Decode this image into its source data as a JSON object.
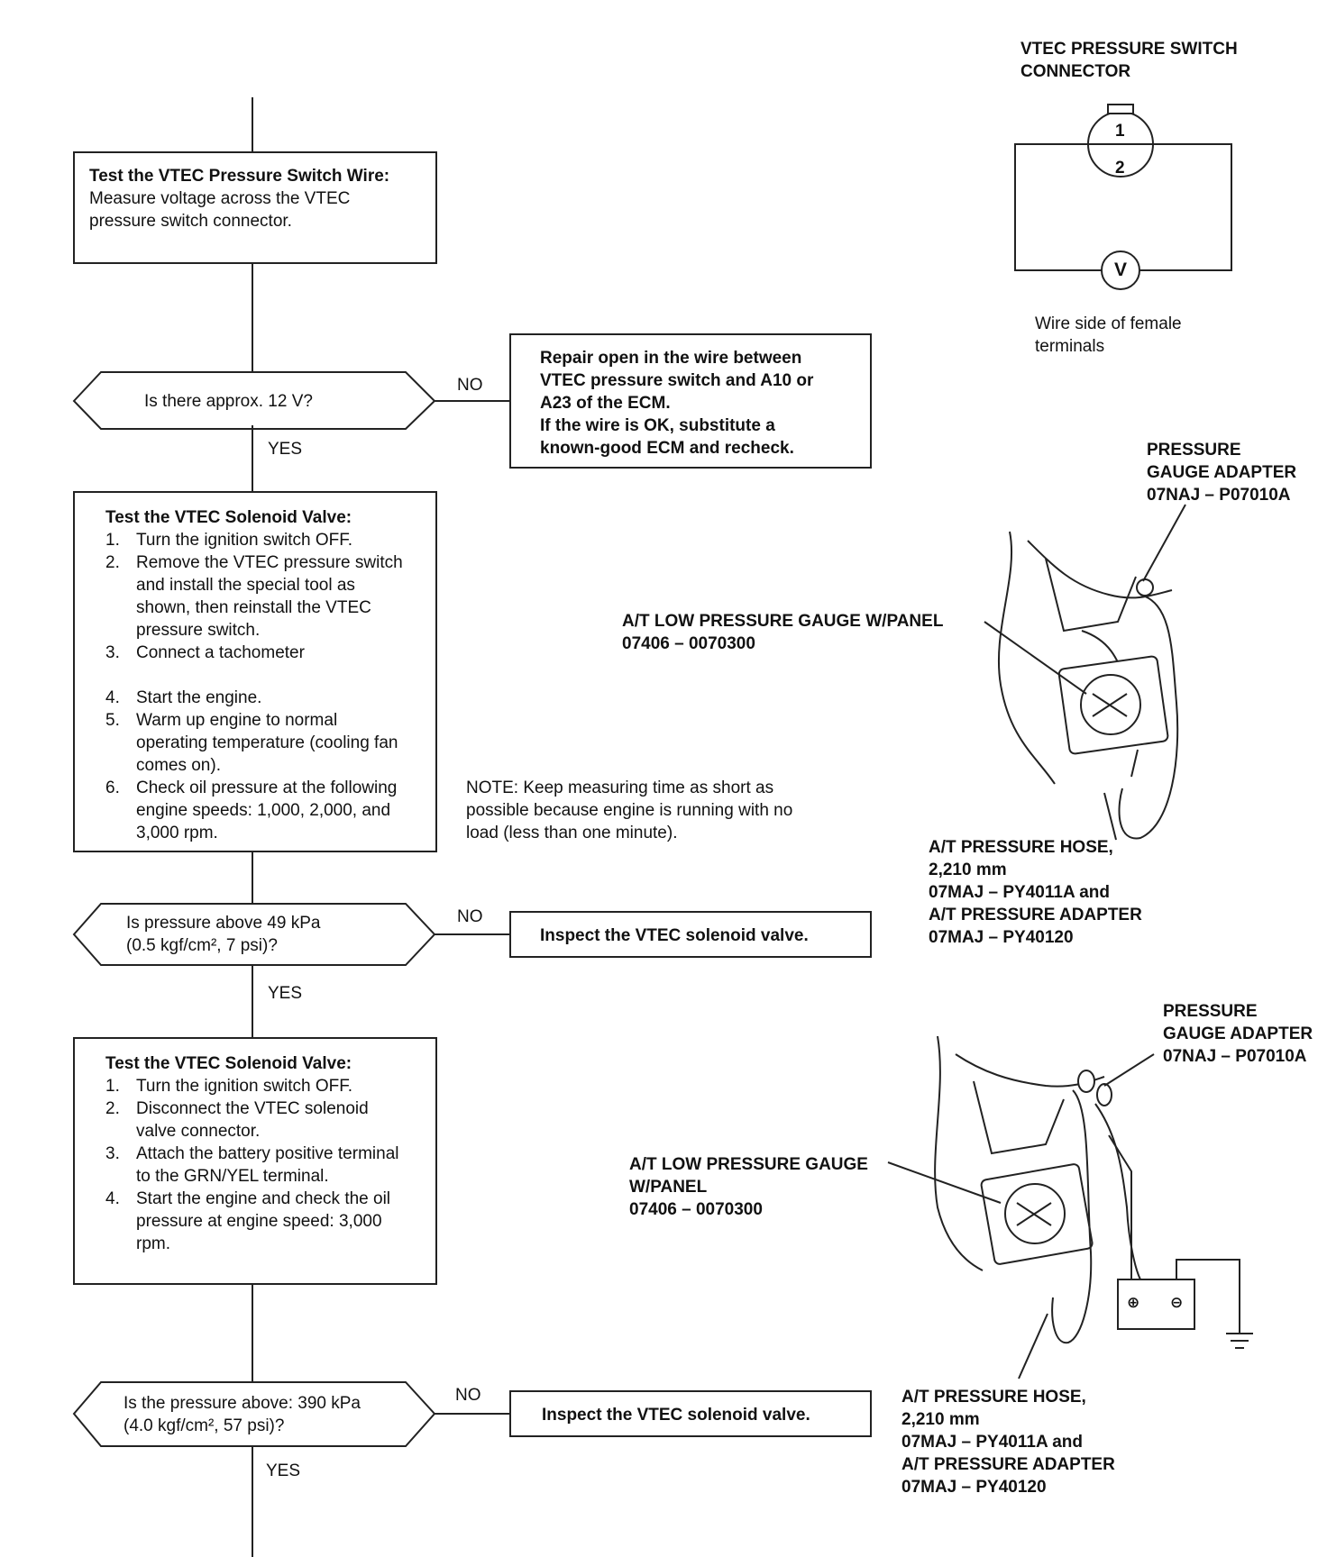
{
  "flow": {
    "box1": {
      "title": "Test the VTEC Pressure Switch Wire:",
      "body": "Measure voltage across the VTEC pressure switch connector."
    },
    "q1": {
      "text": "Is there approx. 12 V?",
      "no": "NO",
      "yes": "YES"
    },
    "r1": {
      "lines": [
        "Repair open in the wire between",
        "VTEC pressure switch and A10 or",
        "A23 of the ECM.",
        "If the wire is OK, substitute a",
        "known-good ECM and recheck."
      ]
    },
    "box2": {
      "title": "Test the VTEC Solenoid Valve:",
      "steps": [
        {
          "n": "1.",
          "text": "Turn the ignition switch OFF."
        },
        {
          "n": "2.",
          "text": "Remove the VTEC pressure switch and install the special tool as shown, then reinstall the VTEC pressure switch."
        },
        {
          "n": "3.",
          "text": "Connect a tachometer"
        },
        {
          "n": "4.",
          "text": "Start the engine."
        },
        {
          "n": "5.",
          "text": "Warm up engine to normal operating temperature (cooling fan comes on)."
        },
        {
          "n": "6.",
          "text": "Check oil pressure at the following engine speeds: 1,000, 2,000, and 3,000 rpm."
        }
      ]
    },
    "note": {
      "lines": [
        "NOTE: Keep measuring time as short as",
        "possible because engine is running with no",
        "load (less than one minute)."
      ]
    },
    "q2": {
      "line1": "Is pressure above 49 kPa",
      "line2": "(0.5 kgf/cm², 7 psi)?",
      "no": "NO",
      "yes": "YES"
    },
    "r2": {
      "text": "Inspect the VTEC solenoid valve."
    },
    "box3": {
      "title": "Test the VTEC Solenoid Valve:",
      "steps": [
        {
          "n": "1.",
          "text": "Turn the ignition switch OFF."
        },
        {
          "n": "2.",
          "text": "Disconnect the VTEC solenoid valve connector."
        },
        {
          "n": "3.",
          "text": "Attach the battery positive terminal to the GRN/YEL terminal."
        },
        {
          "n": "4.",
          "text": "Start the engine and check the oil pressure at engine speed: 3,000 rpm."
        }
      ]
    },
    "q3": {
      "line1": "Is the pressure above: 390 kPa",
      "line2": "(4.0 kgf/cm², 57 psi)?",
      "no": "NO",
      "yes": "YES"
    },
    "r3": {
      "text": "Inspect the VTEC solenoid valve."
    }
  },
  "diagrams": {
    "connector": {
      "title1": "VTEC PRESSURE SWITCH",
      "title2": "CONNECTOR",
      "pin1": "1",
      "pin2": "2",
      "meter": "V",
      "caption1": "Wire side of female",
      "caption2": "terminals"
    },
    "setup1": {
      "adapter": [
        "PRESSURE",
        "GAUGE ADAPTER",
        "07NAJ – P07010A"
      ],
      "gauge": [
        "A/T LOW PRESSURE GAUGE W/PANEL",
        "07406 – 0070300"
      ],
      "hose": [
        "A/T PRESSURE HOSE,",
        "2,210 mm",
        "07MAJ – PY4011A and",
        "A/T PRESSURE ADAPTER",
        "07MAJ – PY40120"
      ]
    },
    "setup2": {
      "adapter": [
        "PRESSURE",
        "GAUGE ADAPTER",
        "07NAJ – P07010A"
      ],
      "gauge": [
        "A/T LOW PRESSURE GAUGE",
        "W/PANEL",
        "07406 – 0070300"
      ],
      "hose": [
        "A/T PRESSURE HOSE,",
        "2,210 mm",
        "07MAJ – PY4011A and",
        "A/T PRESSURE ADAPTER",
        "07MAJ – PY40120"
      ],
      "battery_pos": "⊕",
      "battery_neg": "⊖"
    }
  }
}
